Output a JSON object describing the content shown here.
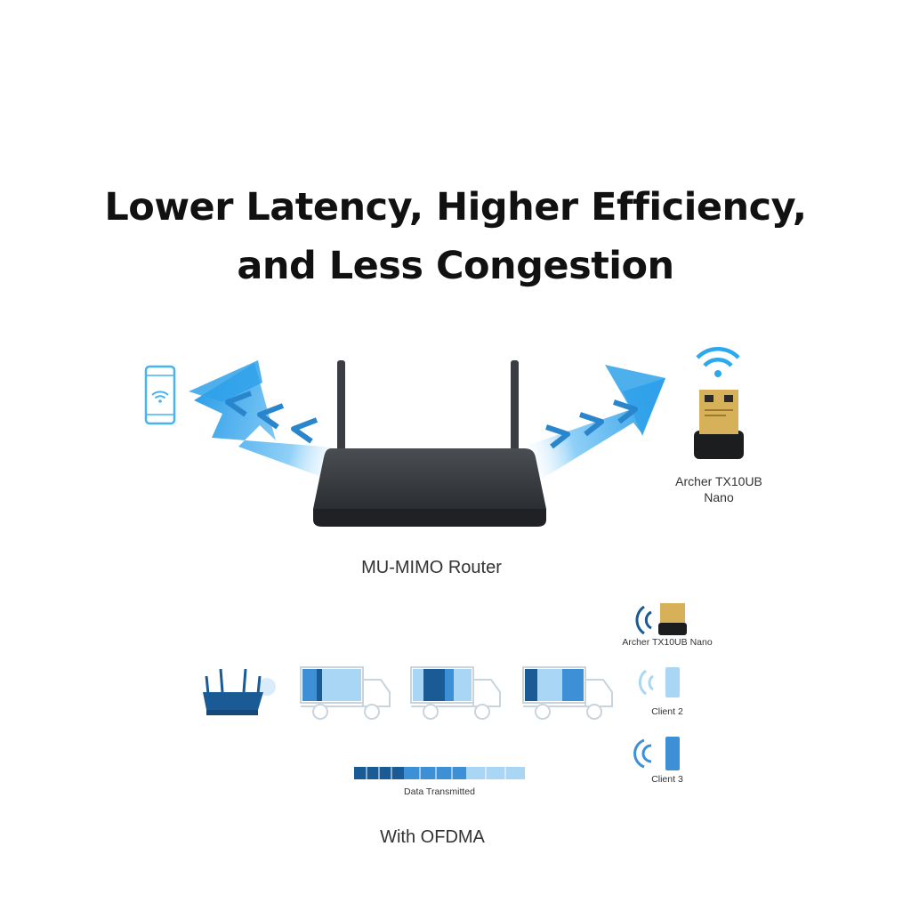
{
  "headline": {
    "line1": "Lower Latency, Higher Efficiency,",
    "line2": "and Less Congestion"
  },
  "mu_mimo": {
    "router_label": "MU-MIMO Router",
    "adapter_label_line1": "Archer TX10UB",
    "adapter_label_line2": "Nano",
    "icons": [
      "phone-wifi-icon",
      "wifi-icon",
      "usb-adapter-icon",
      "router-icon",
      "beam-arrow-icon"
    ]
  },
  "ofdma": {
    "caption": "With OFDMA",
    "data_label": "Data Transmitted",
    "clients": [
      "Archer TX10UB Nano",
      "Client 2",
      "Client 3"
    ],
    "icons": [
      "router-icon",
      "truck-icon",
      "signal-waves-icon",
      "device-icon"
    ]
  },
  "colors": {
    "dark_blue": "#1a5b96",
    "mid_blue": "#3d8fd6",
    "light_blue": "#a9d6f5",
    "beam_blue": "#58b9f2",
    "truck_outline": "#c9d4dd",
    "router_dark": "#2f3236"
  }
}
